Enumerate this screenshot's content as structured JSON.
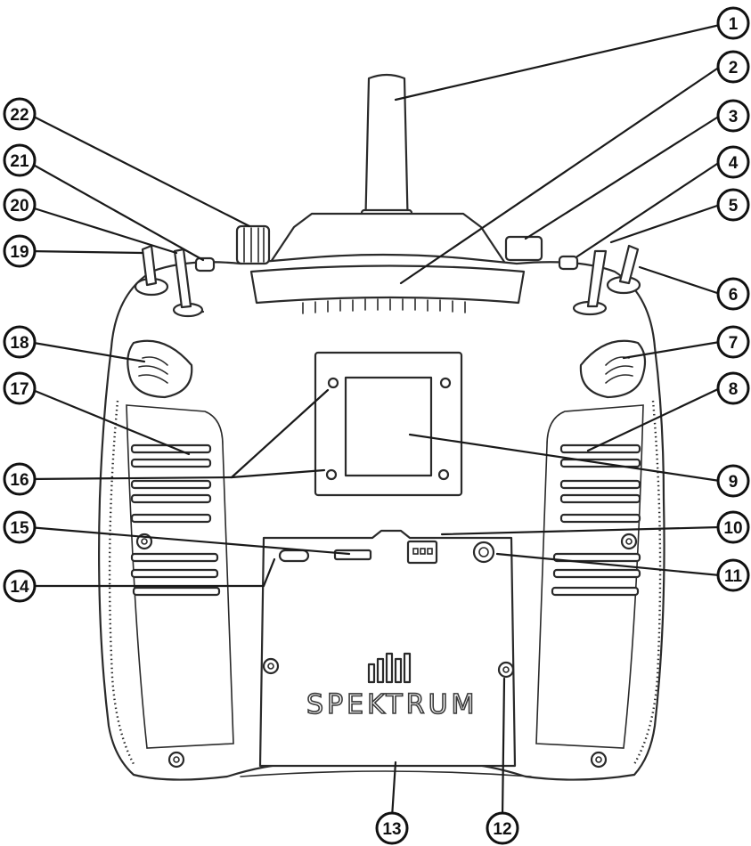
{
  "diagram": {
    "brand_text": "SPEKTRUM",
    "callouts": [
      "1",
      "2",
      "3",
      "4",
      "5",
      "6",
      "7",
      "8",
      "9",
      "10",
      "11",
      "12",
      "13",
      "14",
      "15",
      "16",
      "17",
      "18",
      "19",
      "20",
      "21",
      "22"
    ]
  }
}
